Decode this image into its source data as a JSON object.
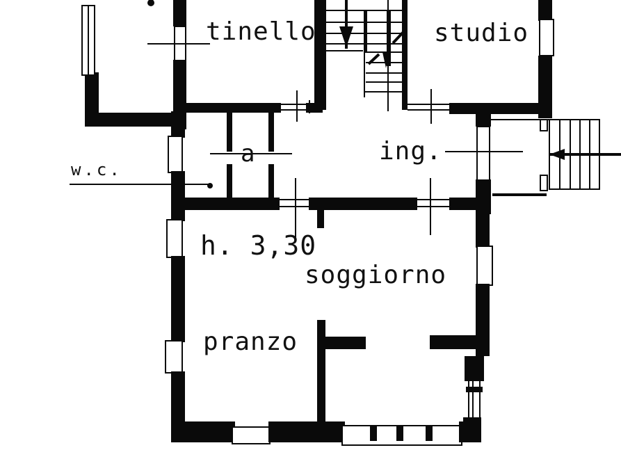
{
  "plan": {
    "type": "architectural floor plan",
    "rooms": {
      "tinello": "tinello",
      "studio": "studio",
      "a": "a",
      "ing": "ing.",
      "wc": "w.c.",
      "soggiorno": "soggiorno",
      "pranzo": "pranzo"
    },
    "annotations": {
      "ceiling_height": "h. 3,30"
    },
    "colors": {
      "ink": "#0a0a0a",
      "paper": "#ffffff"
    }
  }
}
